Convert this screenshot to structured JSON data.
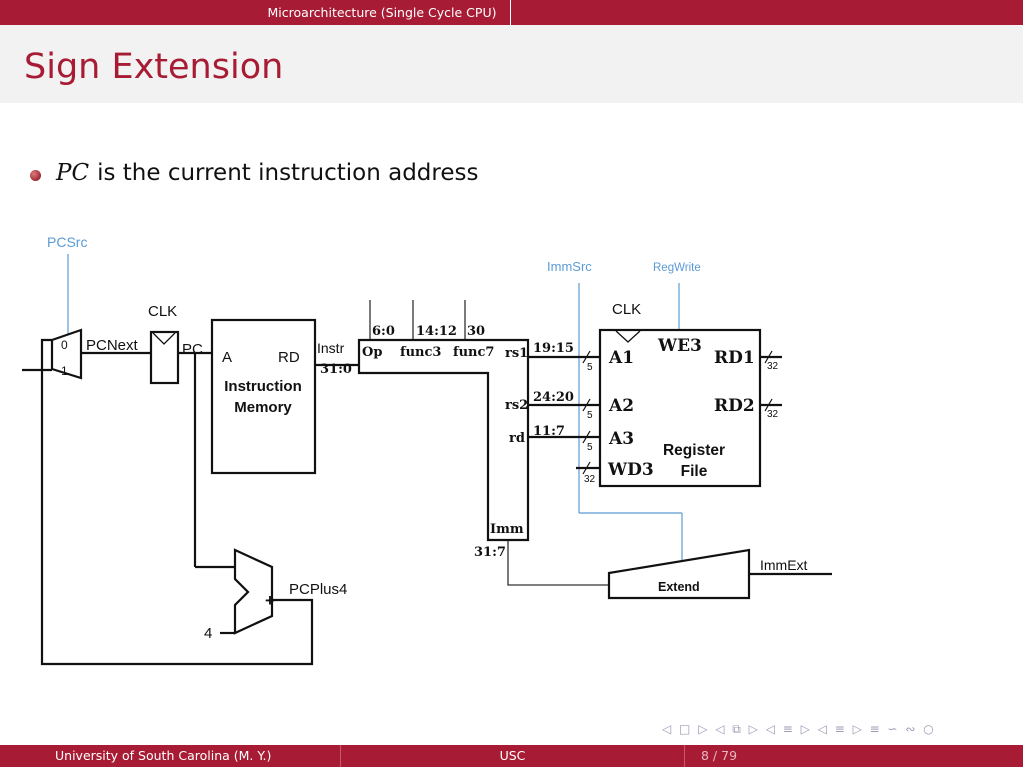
{
  "header": {
    "section": "Microarchitecture (Single Cycle CPU)"
  },
  "slide": {
    "title": "Sign Extension"
  },
  "bullet": {
    "math": "PC",
    "text": "is the current instruction address"
  },
  "diagram": {
    "signals": {
      "pcsrc": "PCSrc",
      "immsrc": "ImmSrc",
      "regwrite": "RegWrite",
      "clk": "CLK",
      "pcnext": "PCNext",
      "pc": "PC",
      "instr": "Instr",
      "pcplus4": "PCPlus4",
      "immext": "ImmExt",
      "four": "4"
    },
    "mux": {
      "in0": "0",
      "in1": "1"
    },
    "imem": {
      "a": "A",
      "rd": "RD",
      "title1": "Instruction",
      "title2": "Memory"
    },
    "fields": {
      "f1": "6:0",
      "f2": "14:12",
      "f3": "30",
      "f4": "31:0",
      "op": "Op",
      "funct3": "func3",
      "funct7": "func7",
      "rs1": "rs1",
      "rs2": "rs2",
      "rd": "rd",
      "imm": "Imm",
      "b1915": "19:15",
      "b2420": "24:20",
      "b117": "11:7",
      "b317": "31:7"
    },
    "regfile": {
      "a1": "A1",
      "a2": "A2",
      "a3": "A3",
      "wd3": "WD3",
      "we3": "WE3",
      "rd1": "RD1",
      "rd2": "RD2",
      "title1": "Register",
      "title2": "File"
    },
    "widths": {
      "w5": "5",
      "w32": "32"
    },
    "adder": {
      "plus": "+"
    },
    "extend": {
      "label": "Extend"
    }
  },
  "nav": {
    "symbols": "◁ □ ▷ ◁ ⧉ ▷ ◁ ≡ ▷ ◁ ≡ ▷   ≡   ∽ ∾ ○"
  },
  "footer": {
    "left": "University of South Carolina  (M. Y.)",
    "center": "USC",
    "page": "8 / 79"
  },
  "colors": {
    "accent": "#a71c34",
    "signal_blue": "#5b9bd5"
  }
}
